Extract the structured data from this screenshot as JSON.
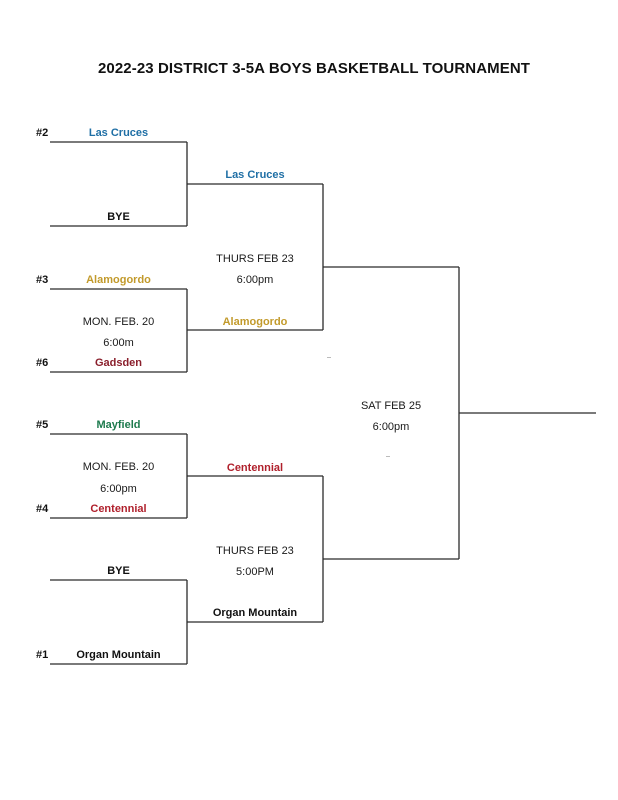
{
  "title": "2022-23 DISTRICT 3-5A BOYS BASKETBALL TOURNAMENT",
  "colors": {
    "line": "#2b2b2b",
    "Las Cruces": "#1f6fa5",
    "Alamogordo": "#c29a2b",
    "Gadsden": "#8a1f2c",
    "Mayfield": "#1d7a4d",
    "Centennial": "#b0202c",
    "BYE": "#111111",
    "Organ Mountain": "#111111"
  },
  "round1": [
    {
      "seed": "#2",
      "team": "Las Cruces"
    },
    {
      "seed": "",
      "team": "BYE"
    },
    {
      "seed": "#3",
      "team": "Alamogordo"
    },
    {
      "seed": "#6",
      "team": "Gadsden"
    },
    {
      "seed": "#5",
      "team": "Mayfield"
    },
    {
      "seed": "#4",
      "team": "Centennial"
    },
    {
      "seed": "",
      "team": "BYE"
    },
    {
      "seed": "#1",
      "team": "Organ Mountain"
    }
  ],
  "round1_games": [
    {
      "date": "MON. FEB. 20",
      "time": "6:00m"
    },
    {
      "date": "MON. FEB. 20",
      "time": "6:00pm"
    }
  ],
  "round2": [
    {
      "team": "Las Cruces"
    },
    {
      "team": "Alamogordo"
    },
    {
      "team": "Centennial"
    },
    {
      "team": "Organ Mountain"
    }
  ],
  "round2_games": [
    {
      "date": "THURS FEB 23",
      "time": "6:00pm"
    },
    {
      "date": "THURS FEB 23",
      "time": "5:00PM"
    }
  ],
  "final_game": {
    "date": "SAT FEB 25",
    "time": "6:00pm"
  },
  "champion": {
    "team": ""
  }
}
